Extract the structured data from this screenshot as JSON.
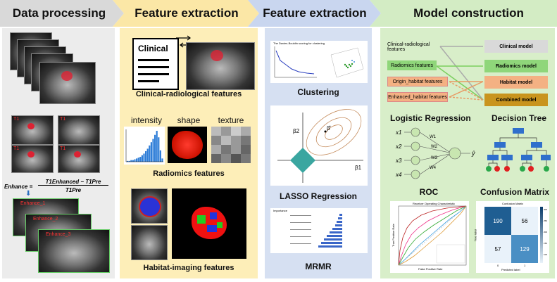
{
  "headers": {
    "data_processing": "Data processing",
    "feature_extraction_1": "Feature extraction",
    "feature_extraction_2": "Feature extraction",
    "model_construction": "Model construction"
  },
  "data_processing": {
    "t1_labels": [
      "T1",
      "T1",
      "T1",
      "T1"
    ],
    "formula_prefix": "Enhance =",
    "formula_numerator": "T1Enhanced − T1Pre",
    "formula_denominator": "T1Pre",
    "enhance_labels": [
      "Enhance_1",
      "Enhance_2",
      "Enhance_3"
    ]
  },
  "feature_extraction_1": {
    "clinical_icon_text": "Clinical",
    "clinical_radiological_label": "Clinical-radiological features",
    "radiomics_titles": {
      "intensity": "intensity",
      "shape": "shape",
      "texture": "texture"
    },
    "radiomics_label": "Radiomics features",
    "habitat_label": "Habitat-imaging features",
    "histogram_values": [
      1,
      1,
      2,
      2,
      3,
      4,
      5,
      6,
      8,
      10,
      13,
      16,
      20,
      24,
      28,
      33,
      38,
      30,
      14,
      4
    ]
  },
  "feature_extraction_2": {
    "clustering_label": "Clustering",
    "clustering_plot_title": "The Davies-Bouldin scoring for clustering",
    "lasso_label": "LASSO Regression",
    "lasso_beta_hat": "β̂",
    "lasso_beta1": "β1",
    "lasso_beta2": "β2",
    "mrmr_label": "MRMR",
    "mrmr_plot_title": "Importance"
  },
  "model_construction": {
    "inputs": [
      {
        "label": "Clinical-radiological features",
        "color": "#d9d9d9"
      },
      {
        "label": "Radiomics features",
        "color": "#8fd67a"
      },
      {
        "label": "Origin_habitat features",
        "color": "#f4b183"
      },
      {
        "label": "Enhanced_habitat features",
        "color": "#f4b183"
      }
    ],
    "outputs": [
      {
        "label": "Clinical model",
        "color": "#d9d9d9"
      },
      {
        "label": "Radiomics model",
        "color": "#8fd67a"
      },
      {
        "label": "Habitat model",
        "color": "#f4b183"
      },
      {
        "label": "Combined model",
        "color": "#c9941e"
      }
    ],
    "logistic_regression_label": "Logistic Regression",
    "decision_tree_label": "Decision Tree",
    "lr_inputs": [
      "x1",
      "x2",
      "x3",
      "x4"
    ],
    "lr_weights": [
      "W1",
      "W2",
      "W3",
      "W4"
    ],
    "lr_output": "ŷ",
    "roc_label": "ROC",
    "roc_plot_title": "Receiver Operating Characteristic",
    "roc_xlabel": "False Positive Rate",
    "roc_ylabel": "True Positive Rate",
    "confusion_label": "Confusion Matrix",
    "confusion_plot_title": "Confusion Matrix",
    "confusion_xlabel": "Predicted label",
    "confusion_ylabel": "True label",
    "confusion_values": [
      [
        190,
        56
      ],
      [
        57,
        129
      ]
    ],
    "confusion_ticks": [
      "0",
      "1"
    ],
    "confusion_scale": [
      "300",
      "250",
      "200",
      "150",
      "100"
    ]
  }
}
